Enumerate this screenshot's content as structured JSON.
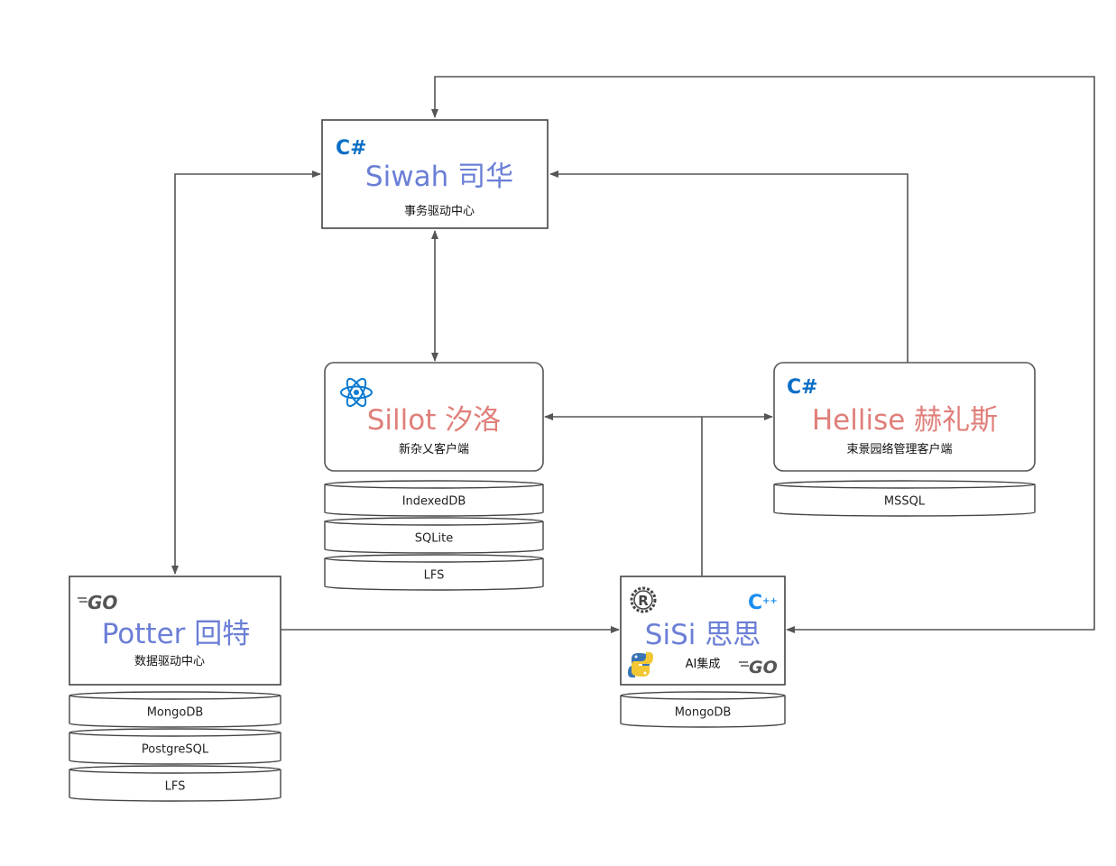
{
  "colors": {
    "blue_title": "#6b7fd6",
    "red_title": "#e07f7a",
    "line": "#555555"
  },
  "nodes": {
    "siwah": {
      "title": "Siwah 司华",
      "subtitle": "事务驱动中心",
      "icons": [
        "csharp-icon"
      ]
    },
    "sillot": {
      "title": "Sillot 汐洛",
      "subtitle": "新杂乂客户端",
      "icons": [
        "react-icon"
      ]
    },
    "hellise": {
      "title": "Hellise 赫礼斯",
      "subtitle": "束景园络管理客户端",
      "icons": [
        "csharp-icon"
      ]
    },
    "potter": {
      "title": "Potter 回特",
      "subtitle": "数据驱动中心",
      "icons": [
        "go-icon"
      ]
    },
    "sisi": {
      "title": "SiSi 思思",
      "subtitle": "AI集成",
      "icons": [
        "rust-icon",
        "cpp-icon",
        "python-icon",
        "go-icon"
      ]
    }
  },
  "databases": {
    "sillot": [
      "IndexedDB",
      "SQLite",
      "LFS"
    ],
    "hellise": [
      "MSSQL"
    ],
    "potter": [
      "MongoDB",
      "PostgreSQL",
      "LFS"
    ],
    "sisi": [
      "MongoDB"
    ]
  },
  "icon_text": {
    "csharp": "C#",
    "go": "GO",
    "cpp": "C++",
    "rust": "R"
  }
}
